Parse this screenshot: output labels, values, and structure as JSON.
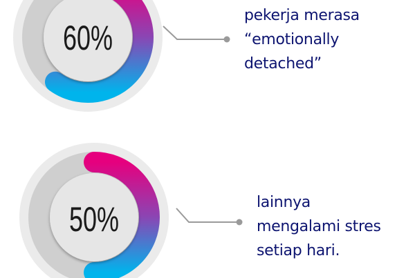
{
  "stats": [
    {
      "percent": 60,
      "label": "60%",
      "caption_lines": [
        "pekerja merasa",
        "“emotionally",
        "detached”"
      ]
    },
    {
      "percent": 50,
      "label": "50%",
      "caption_lines": [
        "lainnya",
        "mengalami stres",
        "setiap hari."
      ]
    }
  ],
  "colors": {
    "gradient_start": "#e6007e",
    "gradient_mid": "#8a46b4",
    "gradient_end": "#00b4ec",
    "track": "#cfcfcf",
    "outer": "#ebebeb",
    "inner": "#e6e6e6",
    "caption_text": "#0d1470",
    "connector": "#9a9a9a"
  }
}
